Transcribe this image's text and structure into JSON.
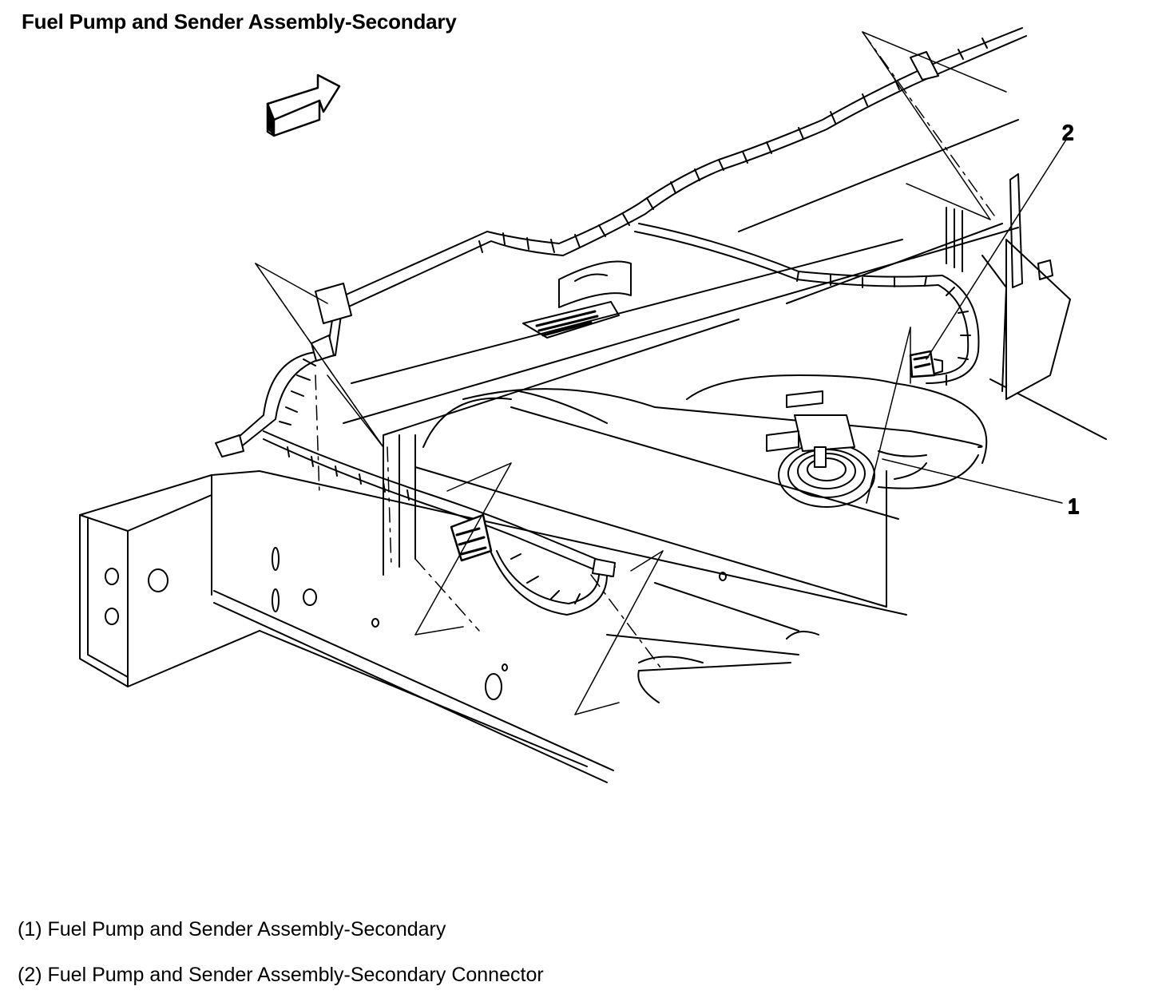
{
  "title": "Fuel Pump and Sender Assembly-Secondary",
  "callouts": {
    "c1": "1",
    "c2": "2"
  },
  "legend": {
    "items": [
      {
        "text": "(1) Fuel Pump and Sender Assembly-Secondary"
      },
      {
        "text": "(2) Fuel Pump and Sender Assembly-Secondary Connector"
      }
    ]
  }
}
